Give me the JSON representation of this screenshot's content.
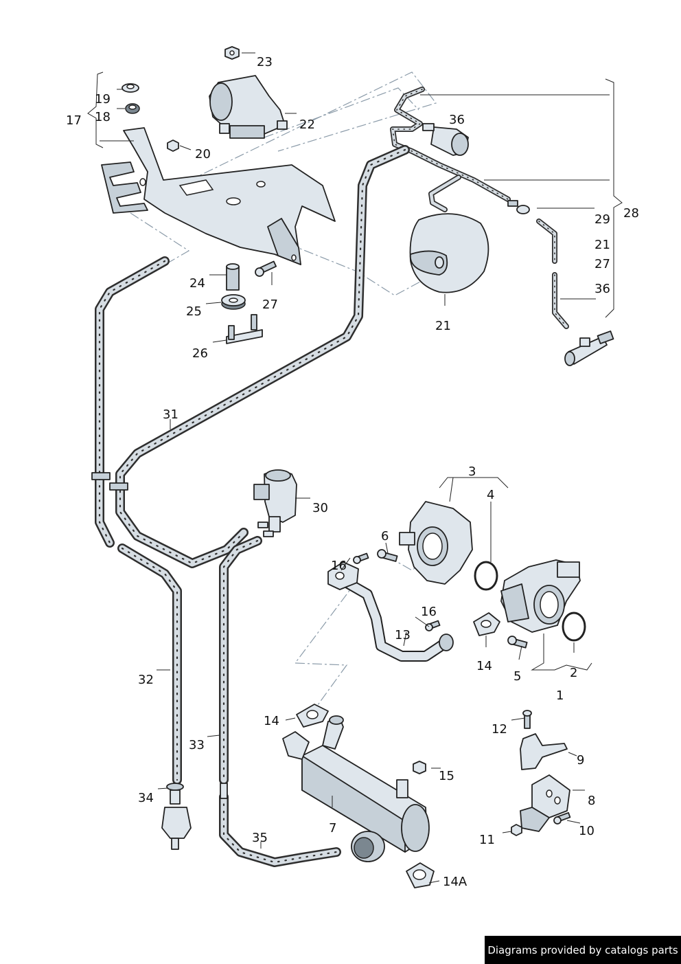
{
  "labels": {
    "l1": "1",
    "l2": "2",
    "l3": "3",
    "l4": "4",
    "l5": "5",
    "l6": "6",
    "l7": "7",
    "l8": "8",
    "l9": "9",
    "l10": "10",
    "l11": "11",
    "l12": "12",
    "l13": "13",
    "l14a": "14",
    "l14b": "14",
    "l14A": "14A",
    "l15": "15",
    "l16a": "16",
    "l16b": "16",
    "l17": "17",
    "l18": "18",
    "l19": "19",
    "l20": "20",
    "l21a": "21",
    "l21b": "21",
    "l22": "22",
    "l23": "23",
    "l24": "24",
    "l25": "25",
    "l26": "26",
    "l27a": "27",
    "l27b": "27",
    "l28": "28",
    "l29": "29",
    "l30": "30",
    "l31": "31",
    "l32": "32",
    "l33": "33",
    "l34": "34",
    "l35": "35",
    "l36a": "36",
    "l36b": "36"
  },
  "footer": {
    "text": "Diagrams provided by catalogs parts"
  }
}
